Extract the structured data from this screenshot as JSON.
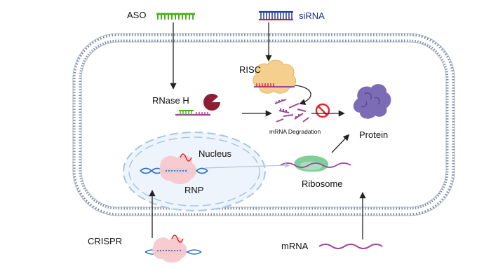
{
  "labels": {
    "aso": "ASO",
    "sirna": "siRNA",
    "risc": "RISC",
    "rnase_h": "RNase H",
    "mrna_degradation": "mRNA Degradation",
    "protein": "Protein",
    "nucleus": "Nucleus",
    "rnp": "RNP",
    "ribosome": "Ribosome",
    "crispr": "CRISPR",
    "mrna": "mRNA"
  },
  "colors": {
    "membrane": "#8d9bb0",
    "aso_strand": "#4caf1f",
    "sirna_top": "#1f3a93",
    "sirna_bottom": "#d8262e",
    "mrna": "#a0449a",
    "risc": "#f4cf8e",
    "rnase_h": "#8c1f33",
    "protein": "#7c6bb5",
    "ribosome": "#7fcf9a",
    "rnp": "#f6c9cf",
    "inhibit": "#e4262c",
    "nucleus_fill": "#eef4fb",
    "nucleus_border": "#9cc1e0",
    "dna": "#2e6fc0",
    "arrow": "#222222"
  }
}
